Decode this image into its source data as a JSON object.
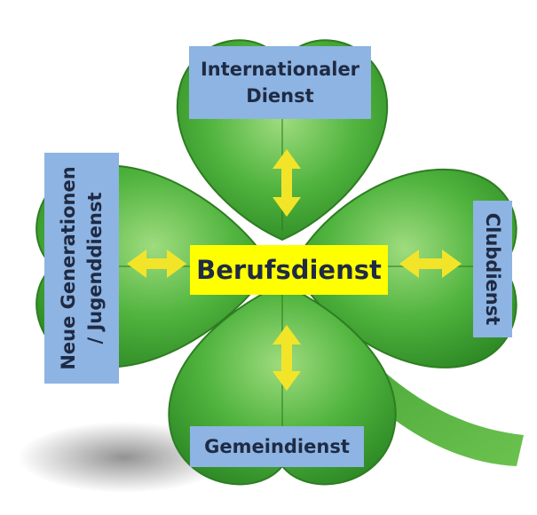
{
  "diagram": {
    "center": {
      "label": "Berufsdienst"
    },
    "top": {
      "line1": "Internationaler",
      "line2": "Dienst"
    },
    "bottom": {
      "label": "Gemeindienst"
    },
    "left": {
      "line1": "Neue Generationen",
      "line2": "/ Jugenddienst"
    },
    "right": {
      "label": "Clubdienst"
    }
  },
  "colors": {
    "leaf_green": "#3a9a2e",
    "leaf_light": "#8fd36f",
    "label_blue": "#8db4e2",
    "center_yellow": "#ffff00",
    "arrow_yellow": "#f2e529",
    "text_dark": "#1f2a44"
  },
  "icons": {
    "arrow": "double-headed-arrow-icon",
    "leaf": "clover-leaf"
  }
}
